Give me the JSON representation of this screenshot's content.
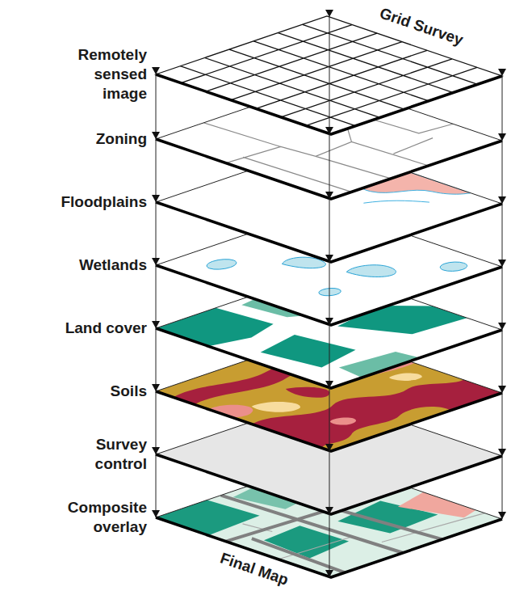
{
  "diagram": {
    "labels": [
      "Grid Survey",
      "Remotely sensed image",
      "Zoning",
      "Floodplains",
      "Wetlands",
      "Land cover",
      "Soils",
      "Survey control",
      "Composite overlay",
      "Final Map"
    ]
  }
}
